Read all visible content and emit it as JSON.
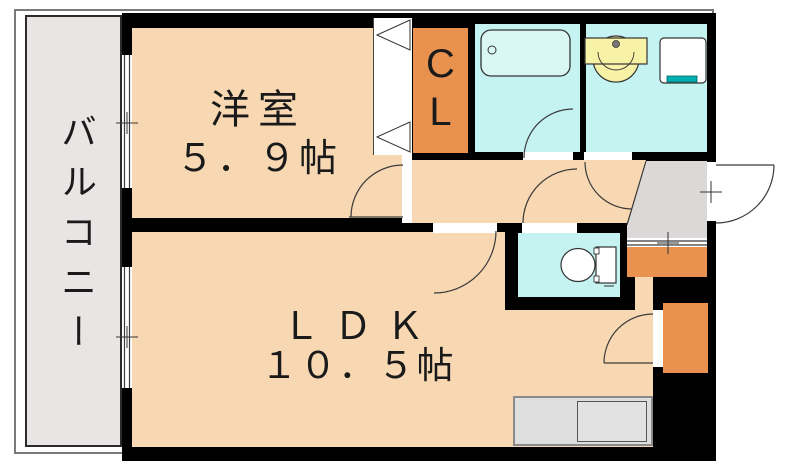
{
  "plan": {
    "type": "apartment-floor-plan",
    "rooms": {
      "balcony": {
        "label": "バルコニー"
      },
      "western_room": {
        "label": "洋室",
        "size": "５．９帖"
      },
      "closet": {
        "char1": "C",
        "char2": "L"
      },
      "ldk": {
        "label": "ＬＤＫ",
        "size": "１０．５帖"
      }
    },
    "fixtures": [
      "bathtub",
      "washbasin",
      "washing-machine-pan",
      "toilet",
      "kitchen-counter",
      "shoe-cabinet"
    ],
    "doors": [
      "western-room-door",
      "bathroom-door",
      "washroom-door",
      "toilet-door",
      "ldk-door",
      "entrance-door",
      "ldk-closet-door",
      "cl-folding-door"
    ],
    "colors": {
      "wall": "#000000",
      "room_peach": "#F8D8B2",
      "closet_orange": "#E9914F",
      "wet_area_cyan": "#C5F3F1",
      "balcony_gray": "#E9E5E4",
      "entrance_gray": "#DCD8D7",
      "kitchen_gray": "#DEDEDE",
      "basin_yellow": "#F8F2A6",
      "teal_accent": "#00AFAF"
    }
  }
}
